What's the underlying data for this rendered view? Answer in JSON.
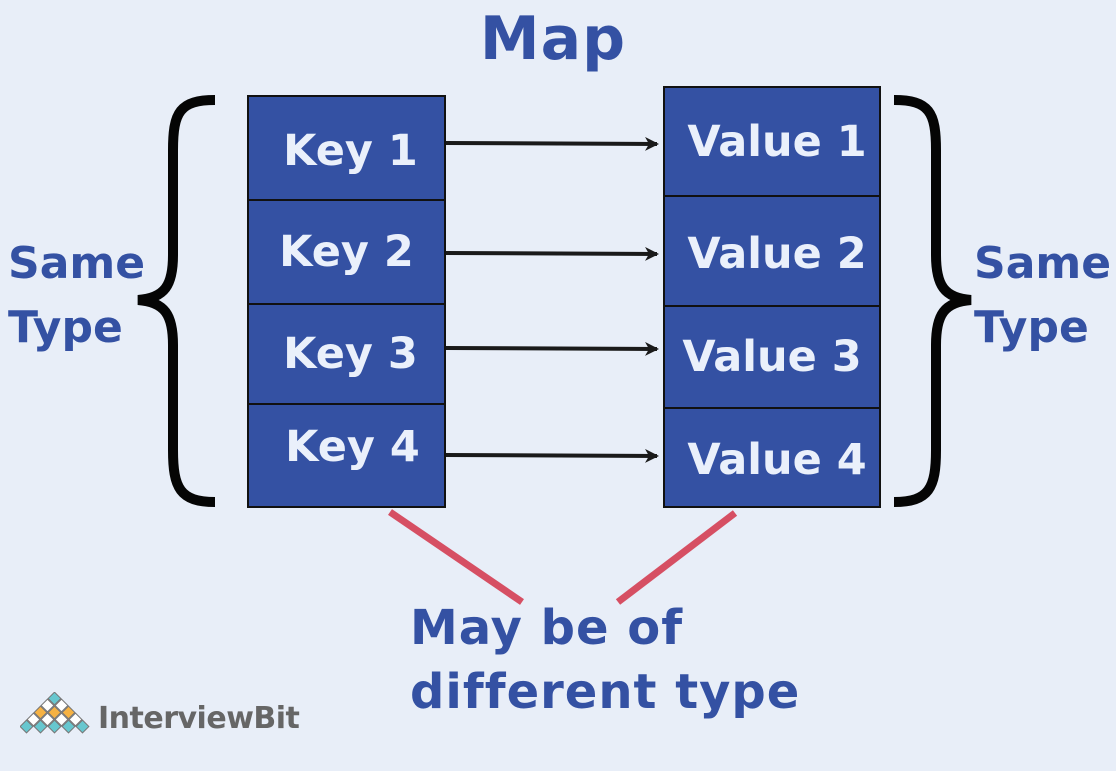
{
  "title": "Map",
  "keys": [
    {
      "label": "Key 1"
    },
    {
      "label": "Key 2"
    },
    {
      "label": "Key 3"
    },
    {
      "label": "Key 4"
    }
  ],
  "values": [
    {
      "label": "Value 1"
    },
    {
      "label": "Value 2"
    },
    {
      "label": "Value 3"
    },
    {
      "label": "Value 4"
    }
  ],
  "left_annotation": {
    "line1": "Same",
    "line2": "Type"
  },
  "right_annotation": {
    "line1": "Same",
    "line2": "Type"
  },
  "bottom_note": {
    "line1": "May be of",
    "line2": "different type"
  },
  "logo": {
    "text": "InterviewBit"
  },
  "colors": {
    "background": "#e8eef8",
    "box_fill": "#3451a3",
    "box_text": "#eaf0fb",
    "label_text": "#3451a3",
    "pointer_line": "#d64f63",
    "arrow": "#1a1a1a",
    "logo_teal": "#67c7cf",
    "logo_orange": "#f6b243",
    "logo_text": "#666666"
  }
}
